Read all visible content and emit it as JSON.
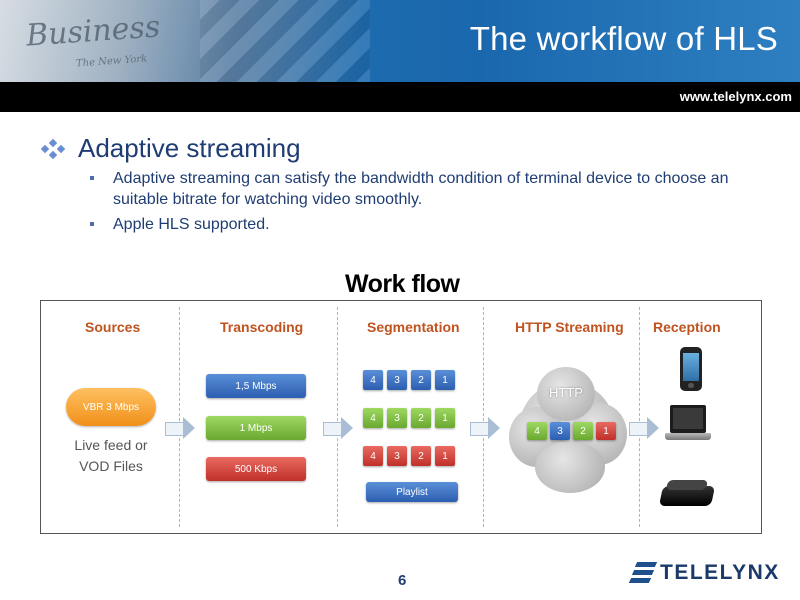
{
  "header": {
    "title": "The workflow of HLS",
    "background_word": "Business",
    "background_subword": "The New York",
    "url": "www.telelynx.com"
  },
  "content": {
    "bullet_l1": "Adaptive streaming",
    "bullet_l2": [
      "Adaptive streaming can satisfy the bandwidth condition of terminal device to choose an suitable bitrate for watching video smoothly.",
      "Apple HLS supported."
    ]
  },
  "workflow": {
    "title": "Work flow",
    "columns": [
      "Sources",
      "Transcoding",
      "Segmentation",
      "HTTP Streaming",
      "Reception"
    ],
    "source_button": "VBR 3 Mbps",
    "source_text": "Live feed or VOD Files",
    "bitrates": [
      "1,5 Mbps",
      "1 Mbps",
      "500 Kbps"
    ],
    "segment_numbers": [
      "4",
      "3",
      "2",
      "1"
    ],
    "playlist_label": "Playlist",
    "http_label": "HTTP",
    "http_segments": [
      "4",
      "3",
      "2",
      "1"
    ],
    "reception_devices": [
      "phone-icon",
      "laptop-icon",
      "set-top-box-icon"
    ],
    "colors": {
      "blue": "#2c5eb0",
      "green": "#6aa830",
      "red": "#c0302a",
      "orange": "#f0901a",
      "column_title": "#c0531f"
    }
  },
  "footer": {
    "page_number": "6",
    "logo_text": "TELELYNX"
  }
}
